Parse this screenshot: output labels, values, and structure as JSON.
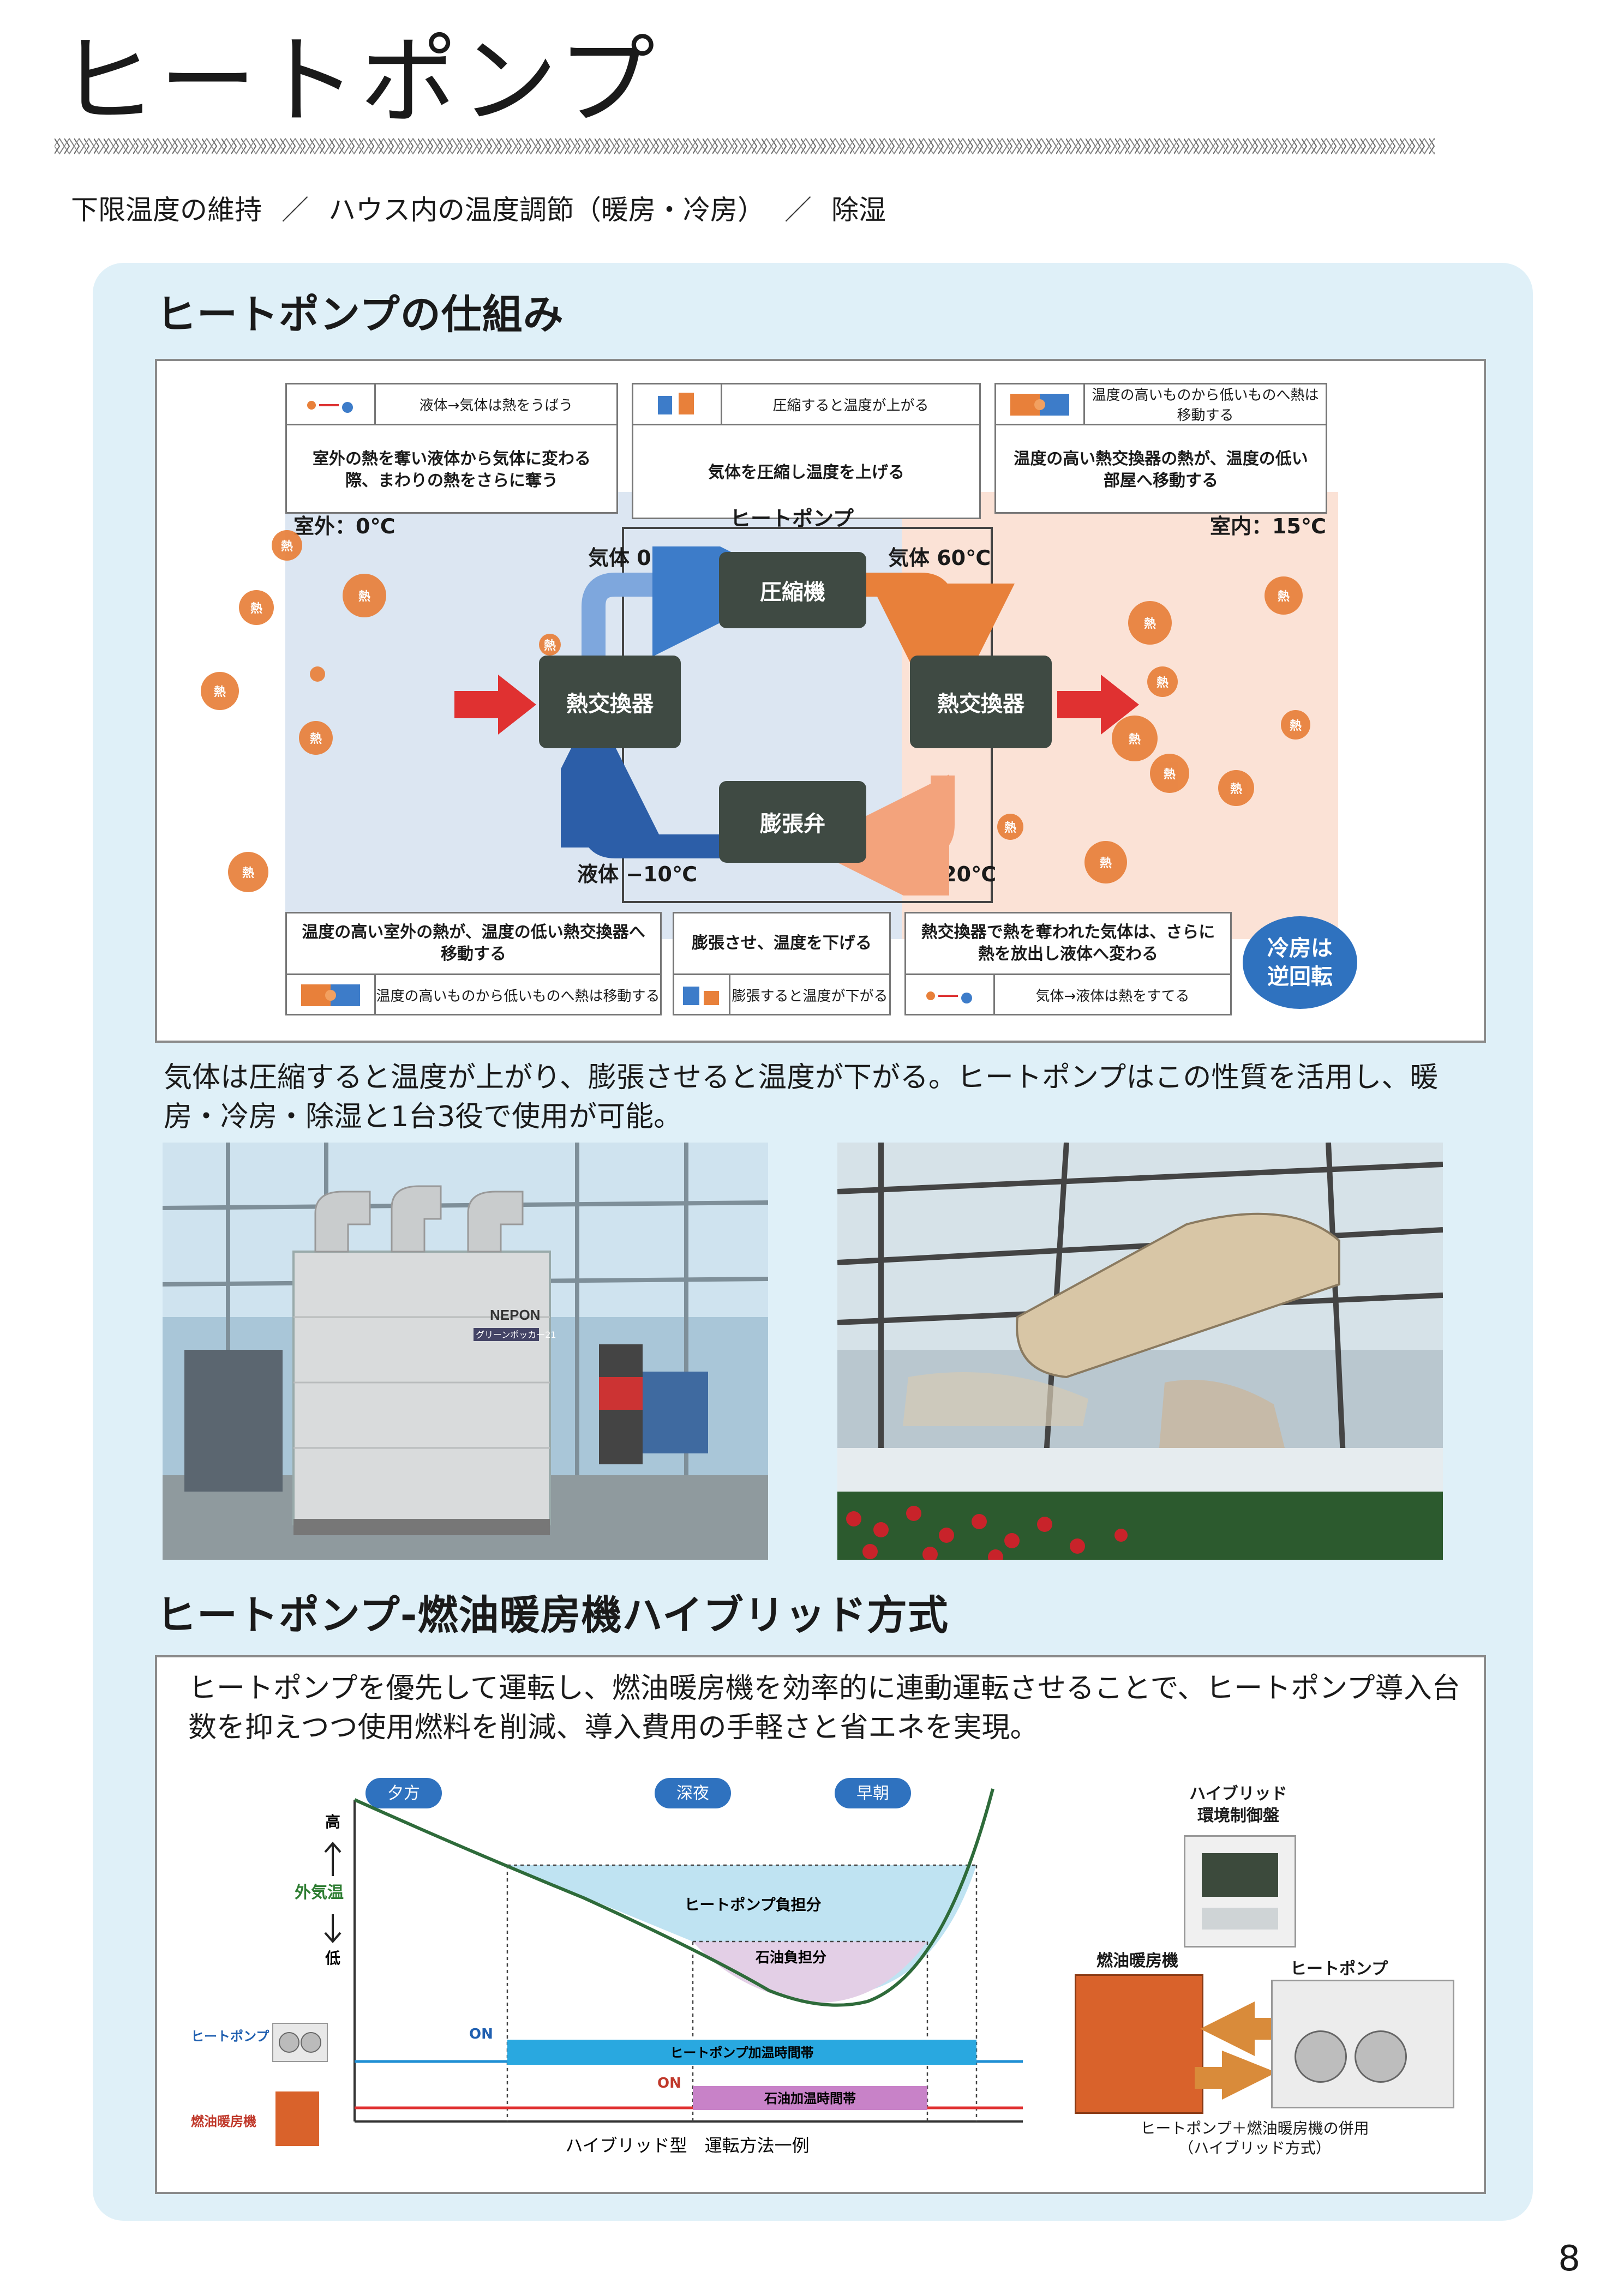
{
  "page": {
    "title": "ヒートポンプ",
    "subtitle_items": [
      "下限温度の維持",
      "ハウス内の温度調節（暖房・冷房）",
      "除湿"
    ],
    "separator": "／",
    "page_number": "8"
  },
  "section1": {
    "heading": "ヒートポンプの仕組み",
    "diagram": {
      "top_boxes": [
        {
          "head": "液体→気体は熱をうばう",
          "body": "室外の熱を奪い液体から気体に変わる際、まわりの熱をさらに奪う"
        },
        {
          "head": "圧縮すると温度が上がる",
          "body": "気体を圧縮し温度を上げる"
        },
        {
          "head": "温度の高いものから低いものへ熱は移動する",
          "body": "温度の高い熱交換器の熱が、温度の低い部屋へ移動する"
        }
      ],
      "bottom_boxes": [
        {
          "head": "温度の高いものから低いものへ熱は移動する",
          "body": "温度の高い室外の熱が、温度の低い熱交換器へ移動する"
        },
        {
          "head": "膨張すると温度が下がる",
          "body": "膨張させ、温度を下げる"
        },
        {
          "head": "気体→液体は熱をすてる",
          "body": "熱交換器で熱を奪われた気体は、さらに熱を放出し液体へ変わる"
        }
      ],
      "outdoor_label": "室外：0℃",
      "indoor_label": "室内：15℃",
      "heatpump_label": "ヒートポンプ",
      "state_gas_cold": "気体 0℃",
      "state_gas_hot": "気体 60℃",
      "state_liquid_cold": "液体 −10℃",
      "state_liquid_warm": "液体 20℃",
      "node_compressor": "圧縮機",
      "node_hx_left": "熱交換器",
      "node_hx_right": "熱交換器",
      "node_valve": "膨張弁",
      "heat_glyph": "熱",
      "cooling_note": "冷房は\n逆回転"
    },
    "caption": "気体は圧縮すると温度が上がり、膨張させると温度が下がる。ヒートポンプはこの性質を活用し、暖房・冷房・除湿と1台3役で使用が可能。",
    "photo1_brand": "NEPON",
    "photo1_plate": "グリーンポッカー21"
  },
  "section2": {
    "heading": "ヒートポンプ-燃油暖房機ハイブリッド方式",
    "text": "ヒートポンプを優先して運転し、燃油暖房機を効率的に連動運転させることで、ヒートポンプ導入台数を抑えつつ使用燃料を削減、導入費用の手軽さと省エネを実現。",
    "chart": {
      "time_labels": [
        "夕方",
        "深夜",
        "早朝"
      ],
      "y_high": "高",
      "y_low": "低",
      "y_label": "外気温",
      "area_hp": "ヒートポンプ負担分",
      "area_oil": "石油負担分",
      "row_hp_label": "ヒートポンプ",
      "row_oil_label": "燃油暖房機",
      "on_label": "ON",
      "bar_hp": "ヒートポンプ加温時間帯",
      "bar_oil": "石油加温時間帯",
      "caption": "ハイブリッド型　運転方法一例",
      "colors": {
        "hp_area": "#bfe3f2",
        "oil_area": "#e3cfe6",
        "hp_bar": "#29a8e0",
        "oil_bar": "#c882c8",
        "curve": "#2e6b3a"
      }
    },
    "equipment": {
      "panel_label": "ハイブリッド\n環境制御盤",
      "oil_label": "燃油暖房機",
      "hp_label": "ヒートポンプ",
      "caption": "ヒートポンプ＋燃油暖房機の併用\n（ハイブリッド方式）"
    }
  }
}
